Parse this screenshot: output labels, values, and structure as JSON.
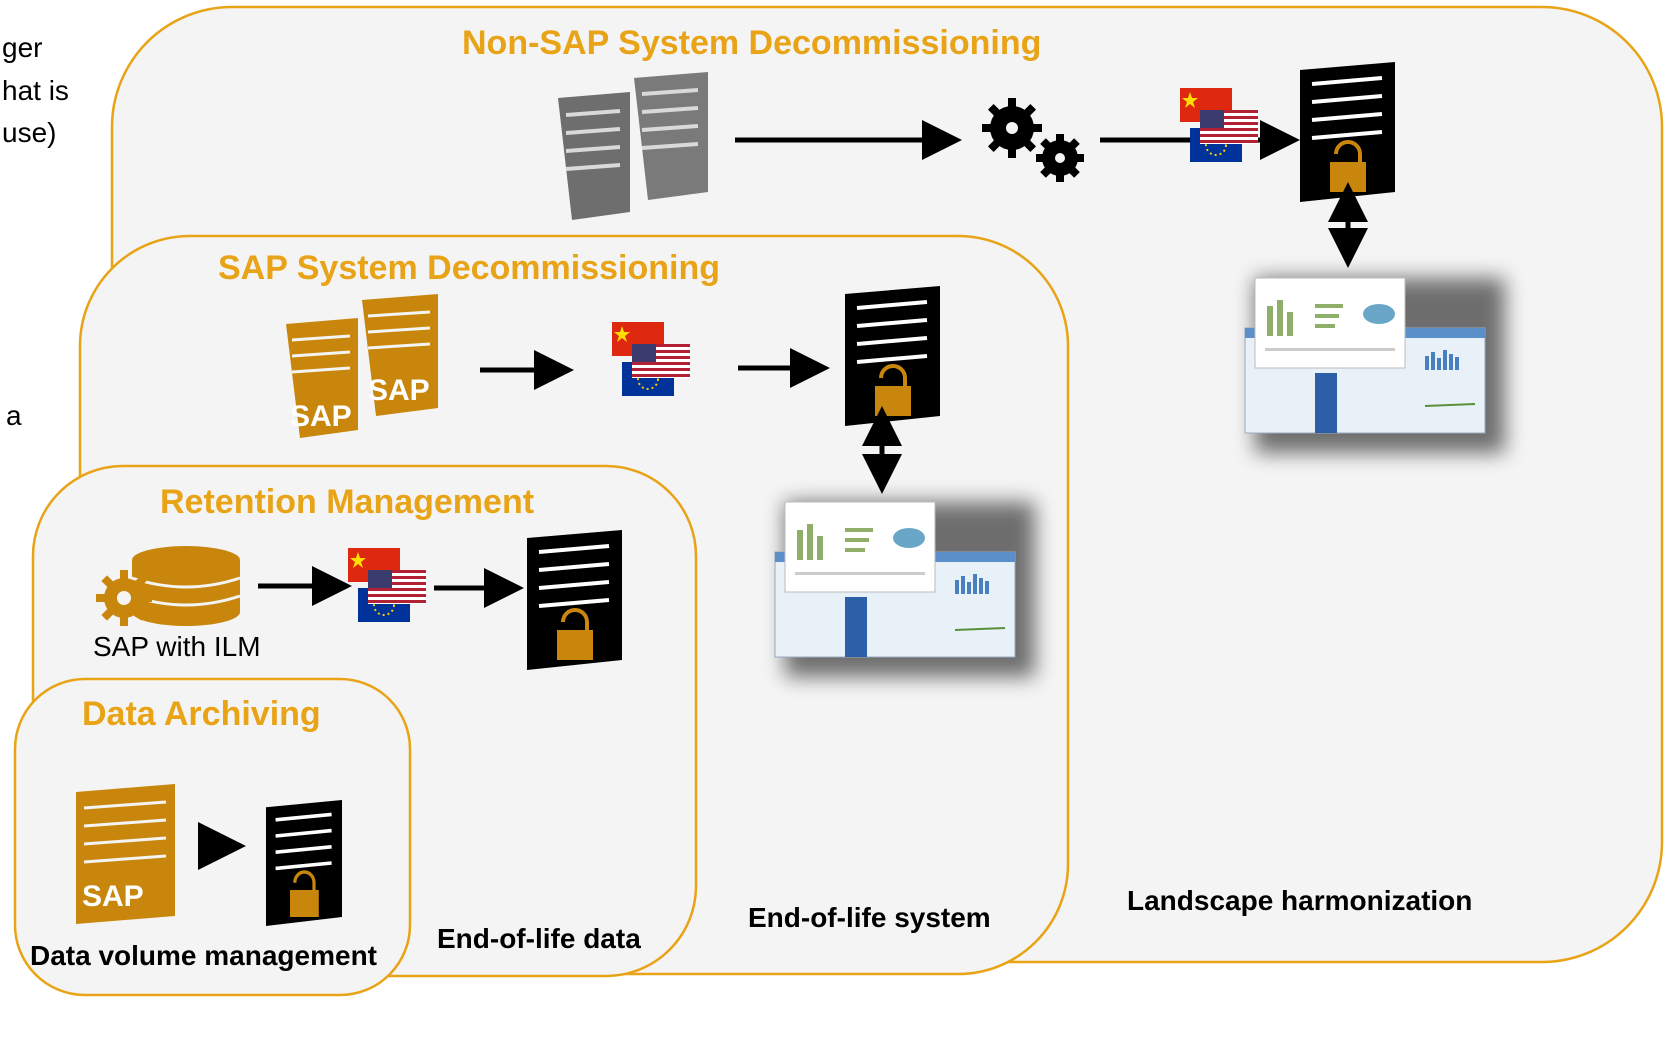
{
  "left_text": {
    "line1": "ger",
    "line2": "hat is",
    "line3": "use)",
    "line4": "a"
  },
  "sections": {
    "non_sap": {
      "title": "Non-SAP System Decommissioning",
      "caption": "Landscape harmonization"
    },
    "sap_decom": {
      "title": "SAP System Decommissioning",
      "caption": "End-of-life system"
    },
    "retention": {
      "title": "Retention Management",
      "caption": "End-of-life data",
      "source_label": "SAP with ILM"
    },
    "archiving": {
      "title": "Data Archiving",
      "caption": "Data volume management"
    }
  },
  "sap_badge": "SAP",
  "colors": {
    "title": "#e8a317",
    "panel_border": "#e8a317",
    "panel_fill": "#f4f4f4",
    "sap_server": "#c8870c",
    "legacy_server": "#6e6e6e",
    "archive_server": "#000000"
  },
  "icons": [
    "server-icon",
    "gears-icon",
    "database-gear-icon",
    "flag-china-icon",
    "flag-usa-icon",
    "flag-eu-icon",
    "padlock-icon",
    "report-screenshot-icon",
    "arrow-icon"
  ]
}
